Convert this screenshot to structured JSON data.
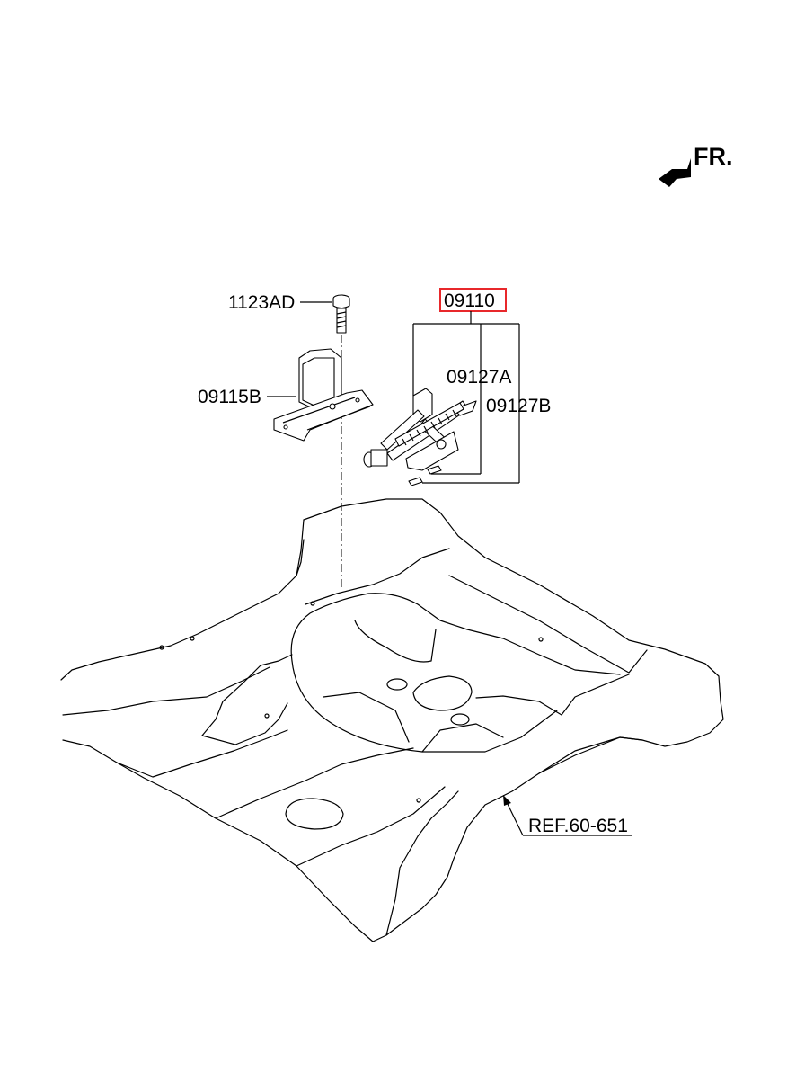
{
  "direction": {
    "label": "FR.",
    "icon": "arrow-forward-icon"
  },
  "callouts": {
    "assembly": "09110",
    "bolt": "1123AD",
    "bracket": "09115B",
    "jack_part_a": "09127A",
    "jack_part_b": "09127B",
    "reference": "REF.60-651"
  },
  "colors": {
    "highlight": "#e8282b",
    "line": "#000000"
  }
}
